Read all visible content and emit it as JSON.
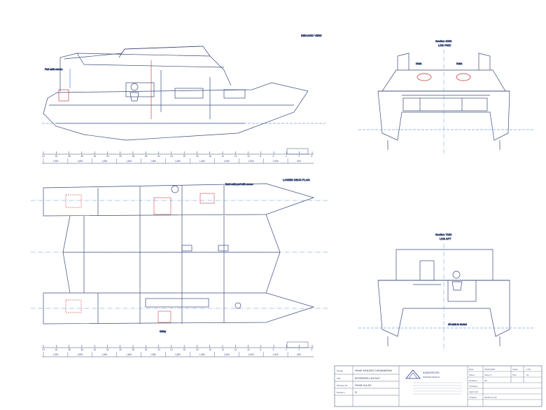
{
  "view_labels": {
    "profile": "INBOARD VIEW",
    "section_fwd": "Section 3090",
    "section_fwd_sub": "LKG FWD",
    "section_aft": "Section 7220",
    "section_aft_sub": "LKG AFT",
    "plan": "LOWER DECK PLAN"
  },
  "dimension_labels": {
    "top_station_numbers": [
      "41",
      "40",
      "38",
      "36",
      "34",
      "32",
      "30",
      "28",
      "26",
      "24",
      "22",
      "20",
      "18",
      "16",
      "14",
      "12",
      "10",
      "8",
      "6",
      "4",
      "2",
      "0"
    ],
    "bottom_station_numbers": [
      "41",
      "40",
      "38",
      "36",
      "34",
      "32",
      "30",
      "28",
      "26",
      "24",
      "22",
      "20",
      "18",
      "16",
      "14",
      "12",
      "10",
      "8",
      "6",
      "4",
      "2",
      "0"
    ],
    "top_dims": [
      "1,500",
      "1,800",
      "1,800",
      "1,600",
      "1,800",
      "1,800",
      "1,800",
      "1,600",
      "1,500",
      "1,500",
      "600"
    ],
    "bottom_dims": [
      "1,500",
      "1,800",
      "1,800",
      "1,600",
      "1,800",
      "1,800",
      "1,800",
      "1,600",
      "1,500",
      "1,500",
      "600"
    ]
  },
  "red_notes": {
    "profile_note": "Fwd cabin access",
    "section_fwd_note_a": "Hatch",
    "section_fwd_note_b": "Hatch",
    "plan_note_top": "Bunk cabin port with access",
    "plan_note_bottom": "Galley",
    "aft_note": "Aft cabin to shower"
  },
  "title_block": {
    "label_design": "Design",
    "value_design": "HH40 SAILING CATAMARAN",
    "label_title": "Title",
    "value_title": "INTERIOR LAYOUT",
    "label_drawing": "Drawing No.",
    "value_drawing": "HH40-ILA-02",
    "label_rev": "Revision",
    "value_rev": "D",
    "company_name": "ALBATROSS",
    "company_sub": "MARINE DESIGN",
    "label_date": "Date",
    "value_date": "04/01/2020",
    "label_scale": "Scale",
    "value_scale": "1:20",
    "label_sheet": "Sheet",
    "value_sheet": "Sheet 1",
    "label_size": "Size",
    "value_size": "A1",
    "label_designer": "Designer",
    "value_designer": "AU",
    "label_checked": "Checked",
    "label_approved": "Approved",
    "label_original": "Original",
    "value_original": "HH40-ILA-02"
  },
  "colors": {
    "line": "#3a4a7a",
    "accent_blue": "#3b6fd0",
    "red": "#c0262b",
    "border": "#6a7390"
  }
}
